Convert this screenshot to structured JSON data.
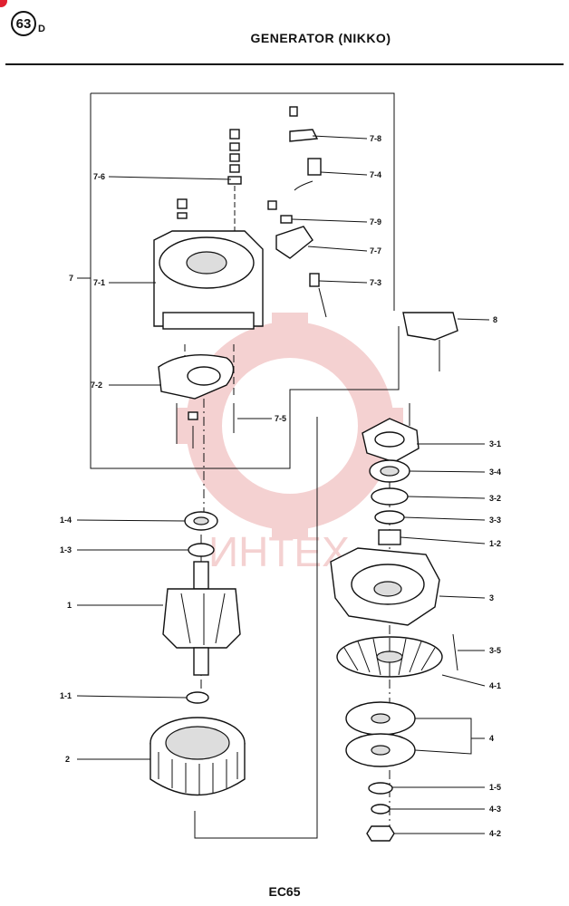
{
  "header": {
    "page_number": "63",
    "page_suffix": "D",
    "title": "GENERATOR (NIKKO)"
  },
  "footer": {
    "code": "EC65"
  },
  "watermark": {
    "text": "ИНТЕХ",
    "color": "#f3c9c9"
  },
  "callouts": [
    {
      "id": "7-8",
      "label": "7-8"
    },
    {
      "id": "7-6",
      "label": "7-6"
    },
    {
      "id": "7-4",
      "label": "7-4"
    },
    {
      "id": "7-9",
      "label": "7-9"
    },
    {
      "id": "7-7",
      "label": "7-7"
    },
    {
      "id": "7",
      "label": "7"
    },
    {
      "id": "7-1",
      "label": "7-1"
    },
    {
      "id": "7-3",
      "label": "7-3"
    },
    {
      "id": "8",
      "label": "8"
    },
    {
      "id": "7-2",
      "label": "7-2"
    },
    {
      "id": "7-5",
      "label": "7-5"
    },
    {
      "id": "3-1",
      "label": "3-1"
    },
    {
      "id": "3-4",
      "label": "3-4"
    },
    {
      "id": "3-2",
      "label": "3-2"
    },
    {
      "id": "1-4",
      "label": "1-4"
    },
    {
      "id": "3-3",
      "label": "3-3"
    },
    {
      "id": "1-3",
      "label": "1-3"
    },
    {
      "id": "1-2",
      "label": "1-2"
    },
    {
      "id": "1",
      "label": "1"
    },
    {
      "id": "3",
      "label": "3"
    },
    {
      "id": "3-5",
      "label": "3-5"
    },
    {
      "id": "4-1",
      "label": "4-1"
    },
    {
      "id": "1-1",
      "label": "1-1"
    },
    {
      "id": "4",
      "label": "4"
    },
    {
      "id": "2",
      "label": "2"
    },
    {
      "id": "1-5",
      "label": "1-5"
    },
    {
      "id": "4-3",
      "label": "4-3"
    },
    {
      "id": "4-2",
      "label": "4-2"
    }
  ]
}
